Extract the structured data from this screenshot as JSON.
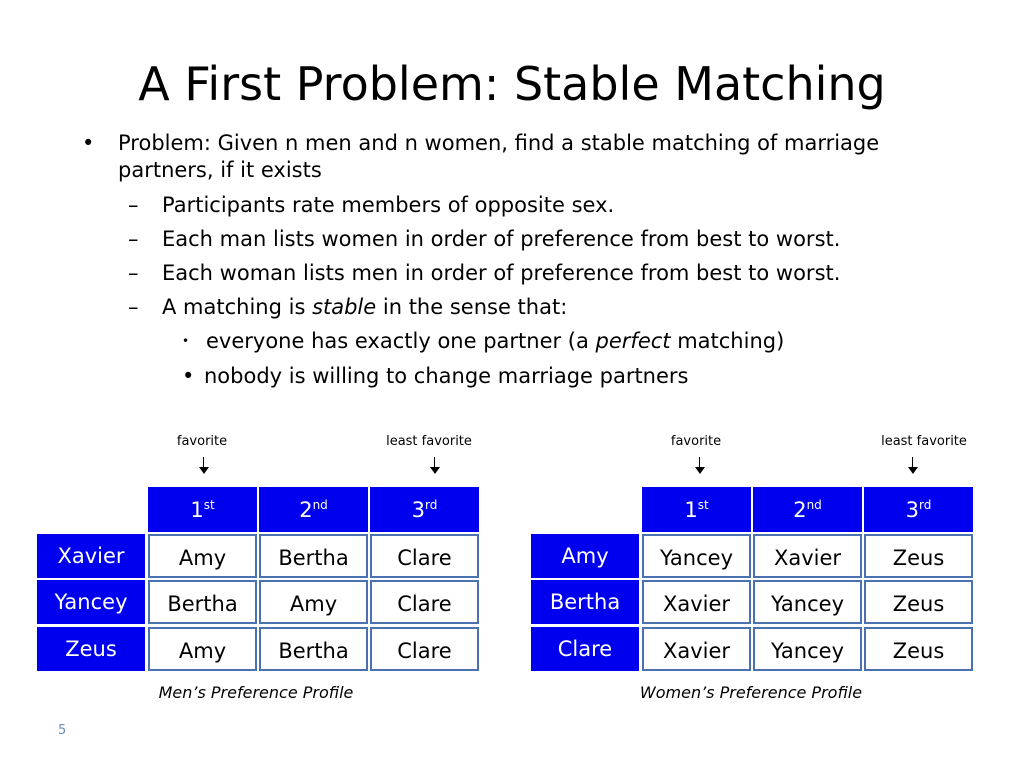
{
  "title": "A First Problem: Stable Matching",
  "bullets": {
    "l1": {
      "marker": "•",
      "text": "Problem: Given n men and n women, find a stable matching of marriage partners, if it exists"
    },
    "l2": [
      {
        "marker": "–",
        "text": "Participants rate members of opposite sex."
      },
      {
        "marker": "–",
        "text": "Each man lists women in order of preference from best to worst."
      },
      {
        "marker": "–",
        "text": "Each woman lists men in order of preference from best to worst."
      },
      {
        "marker": "–",
        "pre": "A matching is ",
        "em": "stable",
        "post": " in the sense that:"
      }
    ],
    "l3": [
      {
        "marker": "•",
        "pre": " everyone has exactly one partner (a ",
        "em": "perfect",
        "post": " matching)"
      },
      {
        "marker": "•",
        "text": "nobody is willing to change marriage partners"
      }
    ]
  },
  "labels": {
    "favorite": "favorite",
    "least": "least favorite"
  },
  "headers": [
    {
      "num": "1",
      "sup": "st"
    },
    {
      "num": "2",
      "sup": "nd"
    },
    {
      "num": "3",
      "sup": "rd"
    }
  ],
  "men": {
    "caption": "Men’s Preference Profile",
    "rows": [
      {
        "name": "Xavier",
        "prefs": [
          "Amy",
          "Bertha",
          "Clare"
        ]
      },
      {
        "name": "Yancey",
        "prefs": [
          "Bertha",
          "Amy",
          "Clare"
        ]
      },
      {
        "name": "Zeus",
        "prefs": [
          "Amy",
          "Bertha",
          "Clare"
        ]
      }
    ]
  },
  "women": {
    "caption": "Women’s Preference Profile",
    "rows": [
      {
        "name": "Amy",
        "prefs": [
          "Yancey",
          "Xavier",
          "Zeus"
        ]
      },
      {
        "name": "Bertha",
        "prefs": [
          "Xavier",
          "Yancey",
          "Zeus"
        ]
      },
      {
        "name": "Clare",
        "prefs": [
          "Xavier",
          "Yancey",
          "Zeus"
        ]
      }
    ]
  },
  "page_number": "5",
  "colors": {
    "header_bg": "#0000ee",
    "cell_border": "#4a72b0",
    "page_number": "#6b8cc0"
  }
}
